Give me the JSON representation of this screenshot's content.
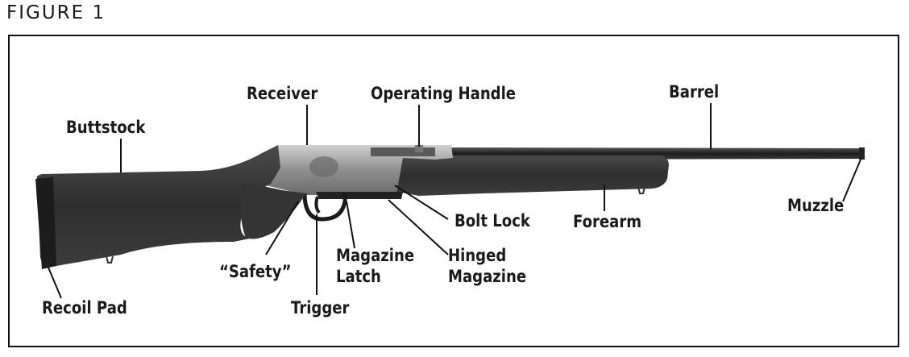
{
  "figure_label": "FIGURE 1",
  "labels": {
    "receiver": "Receiver",
    "operating_handle": "Operating Handle",
    "barrel": "Barrel",
    "buttstock": "Buttstock",
    "muzzle": "Muzzle",
    "bolt_lock": "Bolt Lock",
    "forearm": "Forearm",
    "hinged_magazine": "Hinged\nMagazine",
    "magazine_latch": "Magazine\nLatch",
    "safety": "“Safety”",
    "trigger": "Trigger",
    "recoil_pad": "Recoil Pad"
  },
  "colors": {
    "stock_wood": "#3a3a3a",
    "receiver_metal": "#9a9a9a",
    "barrel_steel": "#2a2a2a",
    "leader_line": "#111111"
  }
}
